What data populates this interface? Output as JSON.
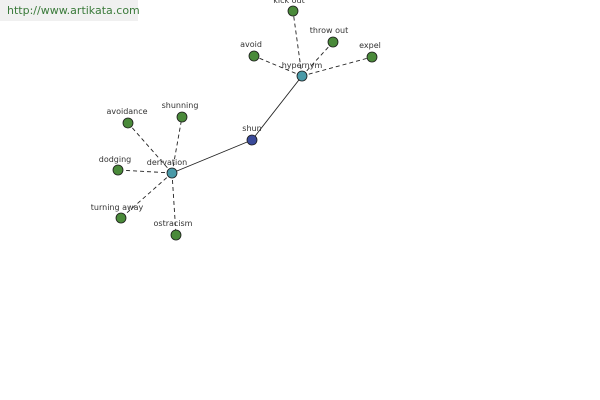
{
  "source_url": "http://www.artikata.com",
  "colors": {
    "leaf": "#4a8a3a",
    "hub": "#4a9aa8",
    "center": "#3a4a9a",
    "edge": "#222222",
    "url_text": "#3a7a3a"
  },
  "graph": {
    "center": "shun",
    "nodes": [
      {
        "id": "shun",
        "label": "shun",
        "kind": "center"
      },
      {
        "id": "hypernym",
        "label": "hypernym",
        "kind": "hub"
      },
      {
        "id": "derivation",
        "label": "derivation",
        "kind": "hub"
      },
      {
        "id": "kick_out",
        "label": "kick out",
        "kind": "leaf"
      },
      {
        "id": "throw_out",
        "label": "throw out",
        "kind": "leaf"
      },
      {
        "id": "avoid",
        "label": "avoid",
        "kind": "leaf"
      },
      {
        "id": "expel",
        "label": "expel",
        "kind": "leaf"
      },
      {
        "id": "avoidance",
        "label": "avoidance",
        "kind": "leaf"
      },
      {
        "id": "shunning",
        "label": "shunning",
        "kind": "leaf"
      },
      {
        "id": "dodging",
        "label": "dodging",
        "kind": "leaf"
      },
      {
        "id": "turning_away",
        "label": "turning away",
        "kind": "leaf"
      },
      {
        "id": "ostracism",
        "label": "ostracism",
        "kind": "leaf"
      }
    ],
    "edges": [
      {
        "from": "shun",
        "to": "hypernym",
        "style": "solid"
      },
      {
        "from": "shun",
        "to": "derivation",
        "style": "solid"
      },
      {
        "from": "hypernym",
        "to": "kick_out",
        "style": "dashed"
      },
      {
        "from": "hypernym",
        "to": "throw_out",
        "style": "dashed"
      },
      {
        "from": "hypernym",
        "to": "avoid",
        "style": "dashed"
      },
      {
        "from": "hypernym",
        "to": "expel",
        "style": "dashed"
      },
      {
        "from": "derivation",
        "to": "avoidance",
        "style": "dashed"
      },
      {
        "from": "derivation",
        "to": "shunning",
        "style": "dashed"
      },
      {
        "from": "derivation",
        "to": "dodging",
        "style": "dashed"
      },
      {
        "from": "derivation",
        "to": "turning_away",
        "style": "dashed"
      },
      {
        "from": "derivation",
        "to": "ostracism",
        "style": "dashed"
      }
    ]
  }
}
